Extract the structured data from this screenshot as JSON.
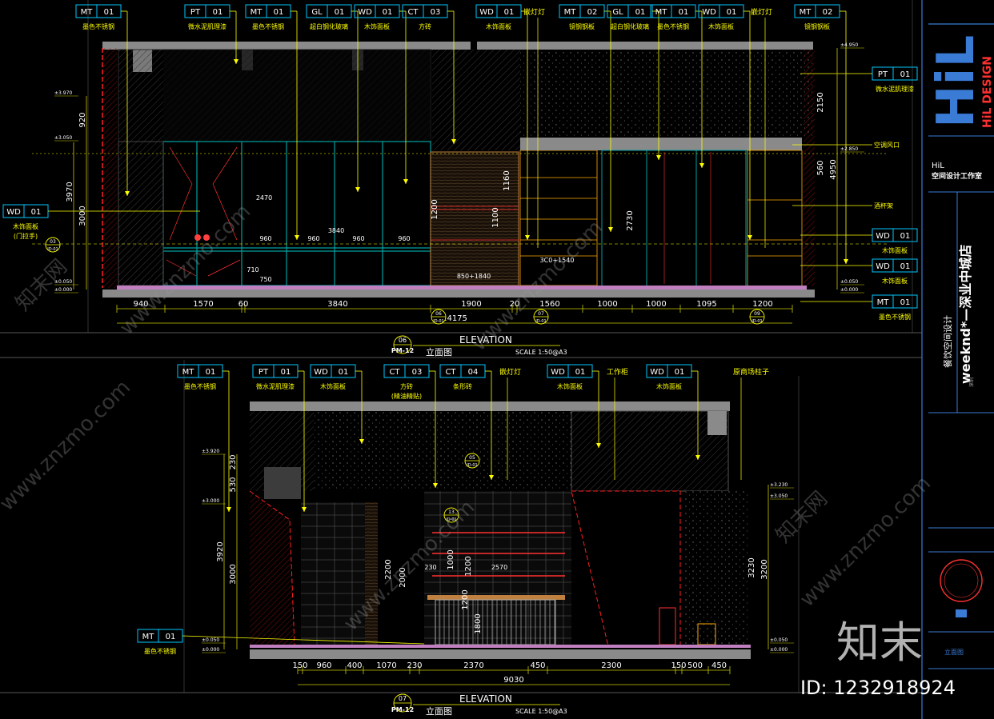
{
  "top_tags": [
    {
      "code": "MT",
      "num": "01",
      "label": "墨色不锈钢"
    },
    {
      "code": "PT",
      "num": "01",
      "label": "微水泥肌理漆"
    },
    {
      "code": "MT",
      "num": "01",
      "label": "墨色不锈钢"
    },
    {
      "code": "GL",
      "num": "01",
      "label": "超白钢化玻璃"
    },
    {
      "code": "WD",
      "num": "01",
      "label": "木饰面板"
    },
    {
      "code": "CT",
      "num": "03",
      "label": "方砖"
    },
    {
      "code": "WD",
      "num": "01",
      "label": "木饰面板"
    },
    {
      "code": "MT",
      "num": "02",
      "label": "镜钢钢板"
    },
    {
      "code": "GL",
      "num": "01",
      "label": "超白钢化玻璃"
    },
    {
      "code": "MT",
      "num": "01",
      "label": "墨色不锈钢"
    },
    {
      "code": "WD",
      "num": "01",
      "label": "木饰面板"
    },
    {
      "code": "MT",
      "num": "02",
      "label": "镜钢钢板"
    }
  ],
  "top_notes": [
    "嵌灯灯",
    "嵌灯灯"
  ],
  "top_side_tags": [
    {
      "code": "WD",
      "num": "01",
      "label": "木饰面板",
      "sub": "(门拉手)"
    },
    {
      "code": "PT",
      "num": "01",
      "label": "微水泥肌理漆"
    },
    {
      "code": "WD",
      "num": "01",
      "label": "木饰面板"
    },
    {
      "code": "WD",
      "num": "01",
      "label": "木饰面板"
    },
    {
      "code": "MT",
      "num": "01",
      "label": "墨色不锈钢"
    }
  ],
  "top_right_notes": [
    "空调风口",
    "酒杯架"
  ],
  "top_dims": [
    "940",
    "1570",
    "60",
    "3840",
    "1900",
    "20",
    "1560",
    "1000",
    "1000",
    "1095",
    "1200"
  ],
  "top_total": "14175",
  "top_vdims": [
    "920",
    "3970",
    "3000"
  ],
  "top_right_vdims": [
    "2150",
    "4950",
    "560"
  ],
  "top_levels": [
    "±3.970",
    "±3.050",
    "±0.050",
    "±0.000"
  ],
  "top_right_levels": [
    "±4.950",
    "±2.850",
    "±0.050",
    "±0.000"
  ],
  "top_inner_dims": [
    "3840",
    "960",
    "960",
    "960",
    "960",
    "2470",
    "710",
    "750",
    "850+1840",
    "3C0+1540",
    "2730",
    "1160",
    "1200",
    "1100"
  ],
  "top_title": {
    "num": "06",
    "sheet": "PM-12",
    "en": "ELEVATION",
    "cn": "立面图",
    "scale": "SCALE  1:50@A3"
  },
  "top_markers": [
    "03",
    "06",
    "07",
    "09"
  ],
  "top_marker_sub": "ID-01",
  "bot_tags": [
    {
      "code": "MT",
      "num": "01",
      "label": "墨色不锈钢"
    },
    {
      "code": "PT",
      "num": "01",
      "label": "微水泥肌理漆"
    },
    {
      "code": "WD",
      "num": "01",
      "label": "木饰面板"
    },
    {
      "code": "CT",
      "num": "03",
      "label": "方砖",
      "sub": "(精油精贴)"
    },
    {
      "code": "CT",
      "num": "04",
      "label": "条形砖"
    },
    {
      "code": "WD",
      "num": "01",
      "label": "木饰面板"
    },
    {
      "code": "WD",
      "num": "01",
      "label": "木饰面板"
    }
  ],
  "bot_notes": [
    "嵌灯灯",
    "工作柜",
    "原商场柱子"
  ],
  "bot_side_tag": {
    "code": "MT",
    "num": "01",
    "label": "墨色不锈钢"
  },
  "bot_dims": [
    "150",
    "960",
    "400",
    "1070",
    "230",
    "2370",
    "450",
    "2300",
    "150",
    "500",
    "450"
  ],
  "bot_total": "9030",
  "bot_vdims": [
    "230",
    "530",
    "3920",
    "3000"
  ],
  "bot_right_vdims": [
    "3230",
    "3200"
  ],
  "bot_levels": [
    "±3.920",
    "±3.000",
    "±0.050",
    "±0.000"
  ],
  "bot_right_levels": [
    "±3.230",
    "±3.050",
    "±0.050",
    "±0.000"
  ],
  "bot_inner_dims": [
    "2200",
    "2000",
    "1800",
    "1200",
    "1000",
    "1200",
    "2570",
    "230"
  ],
  "bot_markers": [
    "05",
    "13"
  ],
  "bot_title": {
    "num": "07",
    "sheet": "PM-12",
    "en": "ELEVATION",
    "cn": "立面图",
    "scale": "SCALE  1:50@A3"
  },
  "title_block": {
    "logo": "HiL",
    "logo_side": "HiL DESIGN",
    "firm": "HiL",
    "firm_cn": "空间设计工作室",
    "project": "weeknd*—深业中城店",
    "category": "餐饮空间设计",
    "sheet_label": "立面图",
    "stamp": "深圳"
  },
  "watermark": {
    "site": "www.znzmo.com",
    "cn": "知末网",
    "brand": "知末",
    "id": "ID: 1232918924"
  },
  "colors": {
    "tag": "#00c8ff",
    "leader": "#ffff00",
    "dim": "#c8c800",
    "wall": "#ff2020",
    "panel": "#00a0a0",
    "hatch": "#606060",
    "roof": "#8a8a8a",
    "mauve": "#c080c0"
  }
}
